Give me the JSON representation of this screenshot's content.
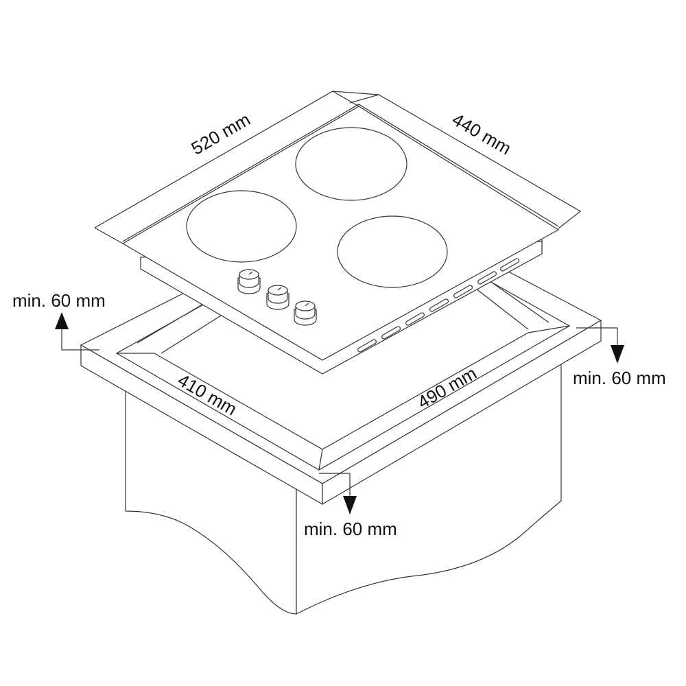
{
  "dimensions": {
    "hob_width": "520 mm",
    "hob_depth": "440 mm",
    "cutout_depth": "410 mm",
    "cutout_width": "490 mm",
    "clearance_back": "min. 60 mm",
    "clearance_side": "min. 60 mm",
    "clearance_front": "min. 60 mm"
  },
  "colors": {
    "line": "#333333",
    "background": "#ffffff"
  }
}
